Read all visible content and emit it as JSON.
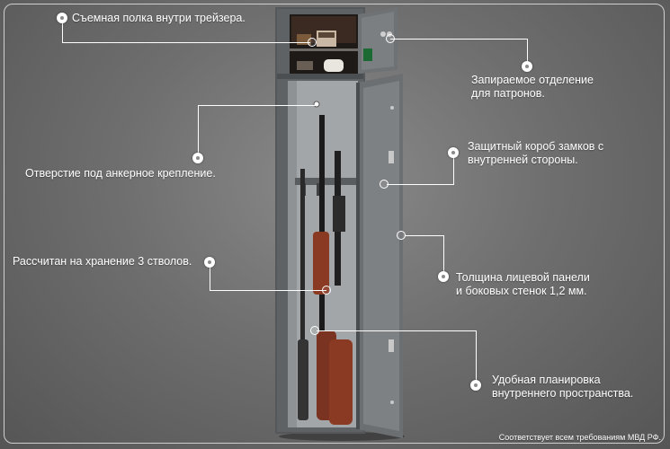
{
  "callouts": {
    "shelf": "Съемная полка внутри трейзера.",
    "ammo_line1": "Запираемое отделение",
    "ammo_line2": "для патронов.",
    "lock_line1": "Защитный короб  замков с",
    "lock_line2": "внутренней стороны.",
    "anchor": "Отверстие под анкерное крепление.",
    "barrels": "Рассчитан на хранение 3 стволов.",
    "thickness_line1": "Толщина лицевой панели",
    "thickness_line2": "и боковых стенок 1,2 мм.",
    "layout_line1": "Удобная планировка",
    "layout_line2": "внутреннего пространства."
  },
  "footer": "Соответствует всем требованиям МВД РФ.",
  "colors": {
    "background": "#6f6f6f",
    "safe_body": "#5b5e60",
    "safe_interior": "#a9abac",
    "door": "#7c7f82",
    "wood": "#8a3a22",
    "text": "#ffffff"
  }
}
